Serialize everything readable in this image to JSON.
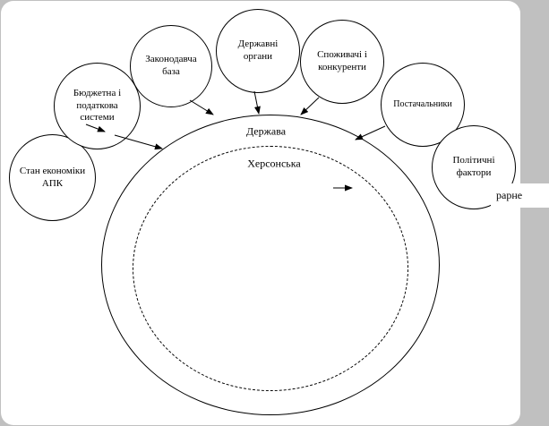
{
  "diagram": {
    "nodes": [
      {
        "label": "Стан економіки АПК"
      },
      {
        "label": "Бюджетна і податкова системи"
      },
      {
        "label": "Законодавча база"
      },
      {
        "label": "Державні органи"
      },
      {
        "label": "Споживачі і конкуренти"
      },
      {
        "label": "Постачальники"
      },
      {
        "label": "Політичні фактори"
      }
    ],
    "center": {
      "label_outer": "Держава",
      "label_inner": "Херсонська"
    },
    "edge_fragment": "рарне",
    "colors": {
      "canvas_background": "#c0c0c0",
      "panel_background": "#ffffff",
      "stroke": "#000000"
    }
  }
}
